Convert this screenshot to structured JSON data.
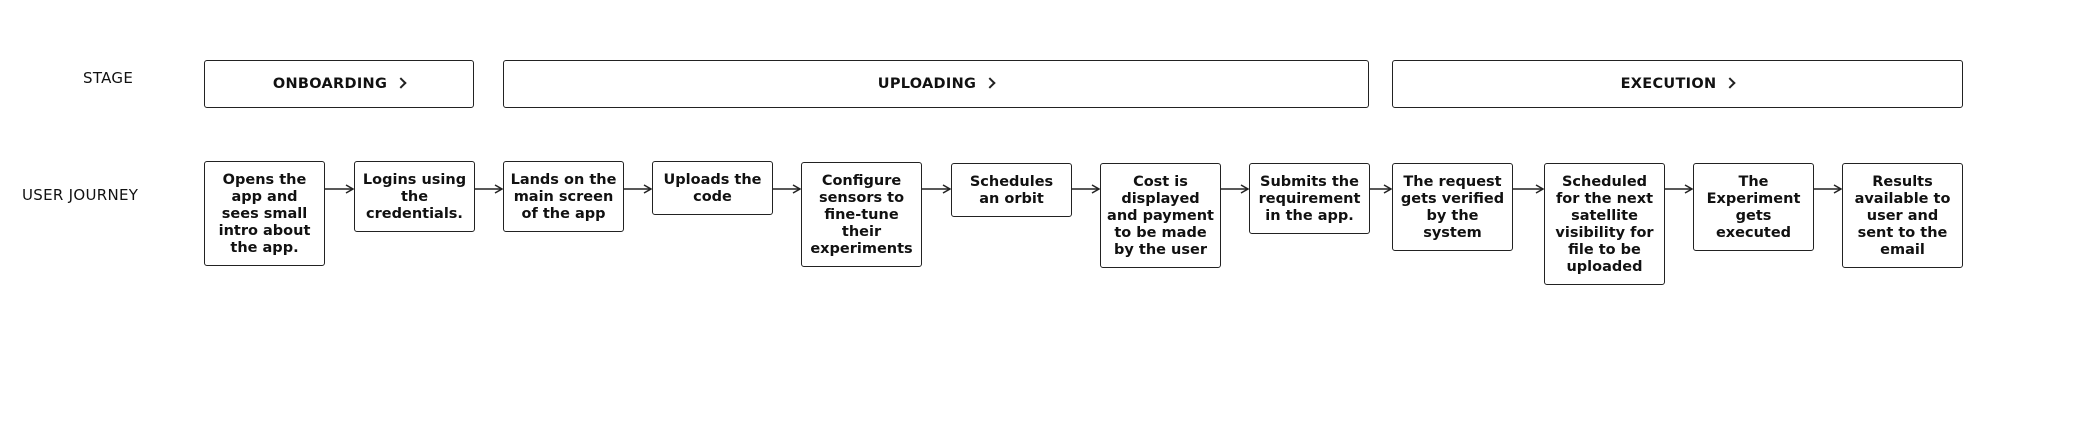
{
  "labels": {
    "stage": "STAGE",
    "user_journey": "USER JOURNEY"
  },
  "stages": [
    {
      "label": "ONBOARDING"
    },
    {
      "label": "UPLOADING"
    },
    {
      "label": "EXECUTION"
    }
  ],
  "steps": [
    {
      "text": "Opens the app and sees small intro about the app."
    },
    {
      "text": "Logins using the credentials."
    },
    {
      "text": "Lands on the main screen of the app"
    },
    {
      "text": "Uploads the code"
    },
    {
      "text": "Configure sensors to fine-tune their experiments"
    },
    {
      "text": "Schedules an orbit"
    },
    {
      "text": "Cost is displayed and payment to be made by the user"
    },
    {
      "text": "Submits the requirement in the app."
    },
    {
      "text": "The request gets verified by the system"
    },
    {
      "text": "Scheduled for the next satellite visibility for file to be uploaded"
    },
    {
      "text": "The Experiment gets executed"
    },
    {
      "text": "Results available to user and sent to the email"
    }
  ],
  "colors": {
    "stroke": "#222222",
    "text": "#111111",
    "background": "#ffffff"
  }
}
